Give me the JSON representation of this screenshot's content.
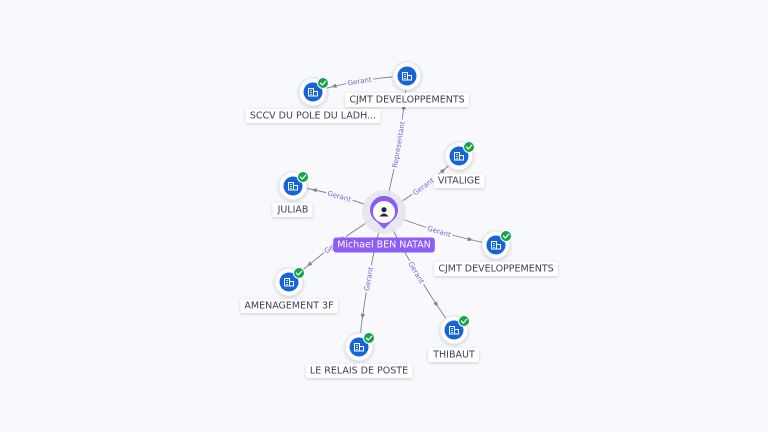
{
  "graph": {
    "center": {
      "label": "Michael BEN NATAN",
      "icon": "person-icon",
      "color": "#8b5cf6"
    },
    "companies": [
      {
        "id": "cjmt1",
        "label": "CJMT DEVELOPPEMENTS",
        "verified": false,
        "icon": "building-icon"
      },
      {
        "id": "sccv",
        "label": "SCCV DU POLE DU LADH...",
        "verified": true,
        "icon": "building-icon"
      },
      {
        "id": "vitalige",
        "label": "VITALIGE",
        "verified": true,
        "icon": "building-icon"
      },
      {
        "id": "juliab",
        "label": "JULIAB",
        "verified": true,
        "icon": "building-icon"
      },
      {
        "id": "cjmt2",
        "label": "CJMT DEVELOPPEMENTS",
        "verified": true,
        "icon": "building-icon"
      },
      {
        "id": "amenagement",
        "label": "AMENAGEMENT 3F",
        "verified": true,
        "icon": "building-icon"
      },
      {
        "id": "thibaut",
        "label": "THIBAUT",
        "verified": true,
        "icon": "building-icon"
      },
      {
        "id": "relais",
        "label": "LE RELAIS DE POSTE",
        "verified": true,
        "icon": "building-icon"
      }
    ],
    "edges": [
      {
        "from": "center",
        "to": "cjmt1",
        "label": "Representant"
      },
      {
        "from": "cjmt1",
        "to": "sccv",
        "label": "Gerant"
      },
      {
        "from": "center",
        "to": "vitalige",
        "label": "Gerant"
      },
      {
        "from": "center",
        "to": "juliab",
        "label": "Gerant"
      },
      {
        "from": "center",
        "to": "cjmt2",
        "label": "Gerant"
      },
      {
        "from": "center",
        "to": "amenagement",
        "label": "Gerant"
      },
      {
        "from": "center",
        "to": "thibaut",
        "label": "Gerant"
      },
      {
        "from": "center",
        "to": "relais",
        "label": "Gerant"
      }
    ],
    "colors": {
      "node_blue": "#1565d8",
      "verified_green": "#16a34a",
      "edge": "#7d7f96",
      "edge_label": "#7a63d6",
      "background": "#f8f9fc"
    }
  }
}
